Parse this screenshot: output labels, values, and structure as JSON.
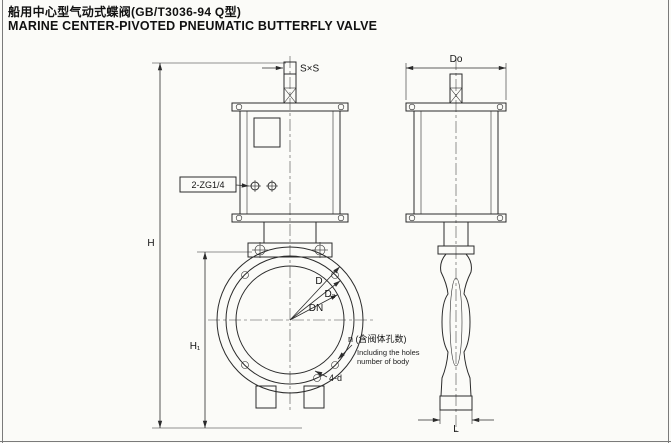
{
  "titles": {
    "cn": "船用中心型气动式蝶阀(GB/T3036-94 Q型)",
    "en": "MARINE CENTER-PIVOTED PNEUMATIC BUTTERFLY VALVE"
  },
  "labels": {
    "stem_square": "S×S",
    "actuator_width": "Do",
    "air_port": "2-ZG1/4",
    "overall_height": "H",
    "body_height": "H₁",
    "flange_od": "D",
    "bolt_circle_d": "D₂",
    "nominal_bore": "DN",
    "hole_count": "n (含阀体孔数)",
    "hole_note_1": "Including the holes",
    "hole_note_2": "number of body",
    "bottom_holes": "4-d",
    "body_width": "L"
  },
  "colors": {
    "line": "#2b2b2b",
    "background": "#fbfbf8"
  }
}
